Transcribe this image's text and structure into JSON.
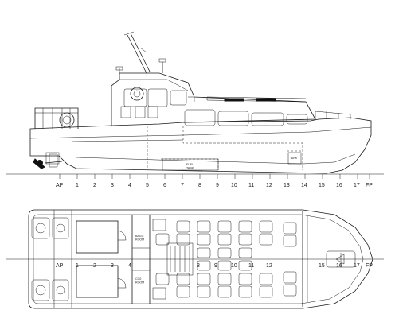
{
  "drawing": {
    "frame_labels": [
      "AP",
      "1",
      "2",
      "3",
      "4",
      "5",
      "6",
      "7",
      "8",
      "9",
      "10",
      "11",
      "12",
      "13",
      "14",
      "15",
      "16",
      "17",
      "FP"
    ],
    "plan_frame_labels": [
      "AP",
      "1",
      "2",
      "3",
      "4",
      "8",
      "9",
      "10",
      "11",
      "12",
      "15",
      "16",
      "17",
      "FP"
    ],
    "profile_labels": {
      "tank": "FUEL\nTANK",
      "store": "TANK"
    },
    "plan_labels": {
      "upper_room": "BAGG\nROOM",
      "lower_room": "CO2\nROOM"
    },
    "colors": {
      "line": "#1a1a1a",
      "background": "#ffffff"
    }
  }
}
